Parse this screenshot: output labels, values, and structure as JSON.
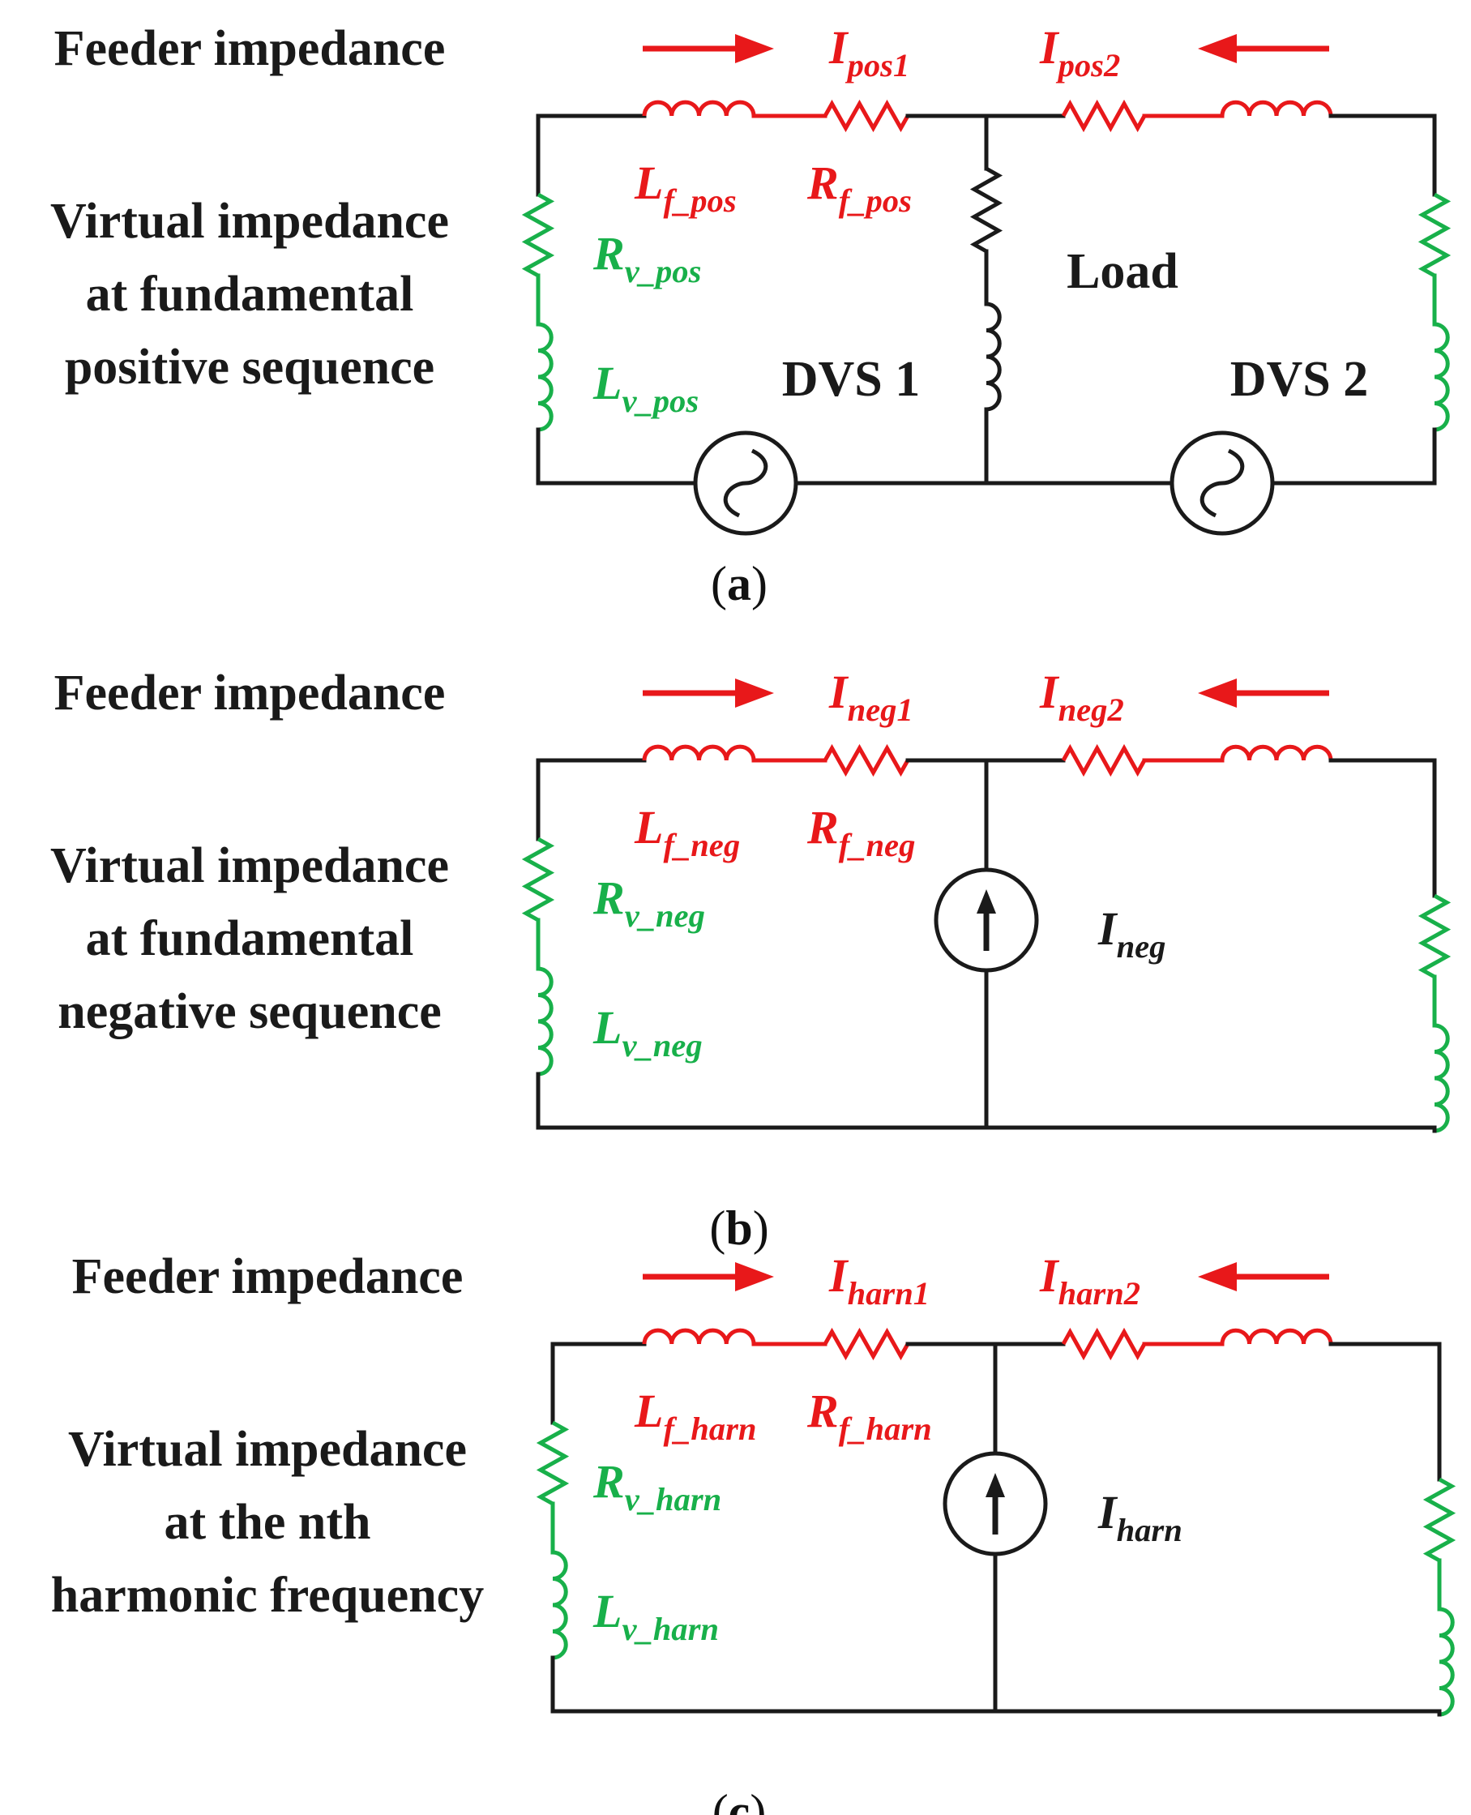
{
  "colors": {
    "wire": "#1a1a1a",
    "feeder": "#e8181a",
    "virtual": "#18b04a",
    "text": "#1a1a1a"
  },
  "panels": [
    {
      "feeder_heading": "Feeder impedance",
      "virtual_heading": [
        "Virtual impedance",
        "at fundamental",
        "positive sequence"
      ],
      "current_left": {
        "main": "I",
        "sub": "pos1"
      },
      "current_right": {
        "main": "I",
        "sub": "pos2"
      },
      "inductor_label": {
        "main": "L",
        "sub": "f_pos"
      },
      "resistor_label": {
        "main": "R",
        "sub": "f_pos"
      },
      "virtual_resistor_label": {
        "main": "R",
        "sub": "v_pos"
      },
      "virtual_inductor_label": {
        "main": "L",
        "sub": "v_pos"
      },
      "load_label": "Load",
      "source_left_label": "DVS 1",
      "source_right_label": "DVS 2",
      "caption": "a"
    },
    {
      "feeder_heading": "Feeder impedance",
      "virtual_heading": [
        "Virtual impedance",
        "at fundamental",
        "negative sequence"
      ],
      "current_left": {
        "main": "I",
        "sub": "neg1"
      },
      "current_right": {
        "main": "I",
        "sub": "neg2"
      },
      "inductor_label": {
        "main": "L",
        "sub": "f_neg"
      },
      "resistor_label": {
        "main": "R",
        "sub": "f_neg"
      },
      "virtual_resistor_label": {
        "main": "R",
        "sub": "v_neg"
      },
      "virtual_inductor_label": {
        "main": "L",
        "sub": "v_neg"
      },
      "current_source_label": {
        "main": "I",
        "sub": "neg"
      },
      "caption": "b"
    },
    {
      "feeder_heading": "Feeder impedance",
      "virtual_heading": [
        "Virtual impedance",
        "at the nth",
        "harmonic frequency"
      ],
      "current_left": {
        "main": "I",
        "sub": "harn1"
      },
      "current_right": {
        "main": "I",
        "sub": "harn2"
      },
      "inductor_label": {
        "main": "L",
        "sub": "f_harn"
      },
      "resistor_label": {
        "main": "R",
        "sub": "f_harn"
      },
      "virtual_resistor_label": {
        "main": "R",
        "sub": "v_harn"
      },
      "virtual_inductor_label": {
        "main": "L",
        "sub": "v_harn"
      },
      "current_source_label": {
        "main": "I",
        "sub": "harn"
      },
      "caption": "c"
    }
  ]
}
